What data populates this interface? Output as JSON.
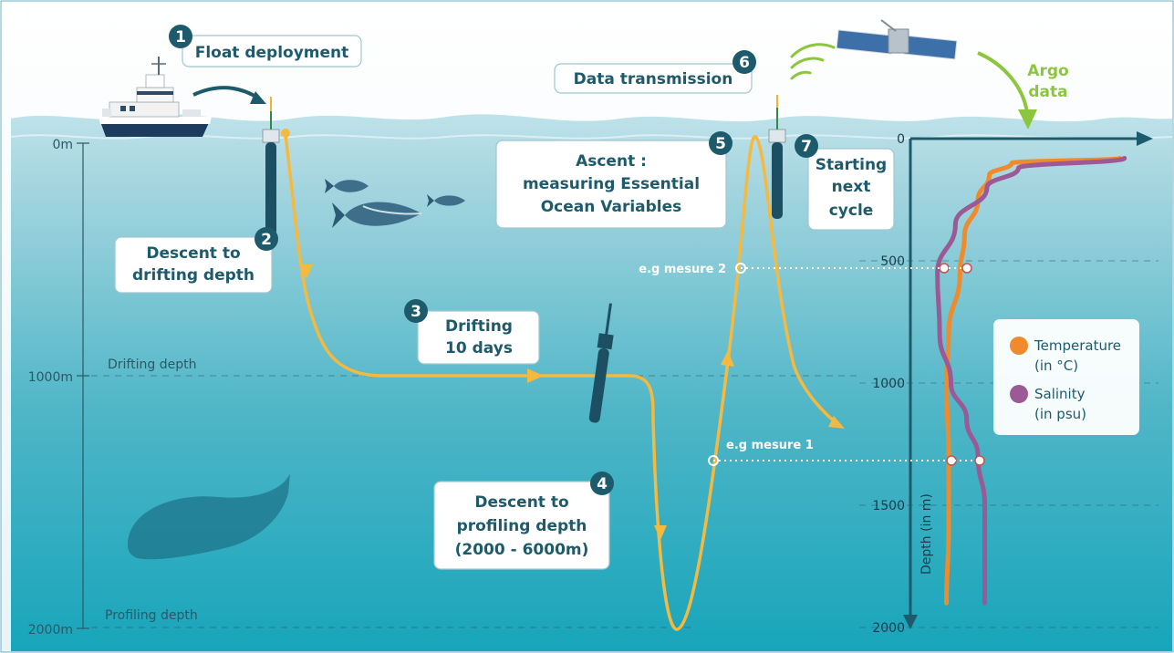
{
  "steps": [
    {
      "num": "1",
      "lines": [
        "Float deployment"
      ]
    },
    {
      "num": "2",
      "lines": [
        "Descent to",
        "drifting depth"
      ]
    },
    {
      "num": "3",
      "lines": [
        "Drifting",
        "10 days"
      ]
    },
    {
      "num": "4",
      "lines": [
        "Descent to",
        "profiling depth",
        "(2000 - 6000m)"
      ]
    },
    {
      "num": "5",
      "lines": [
        "Ascent :",
        "measuring Essential",
        "Ocean Variables"
      ]
    },
    {
      "num": "6",
      "lines": [
        "Data transmission"
      ]
    },
    {
      "num": "7",
      "lines": [
        "Starting",
        "next",
        "cycle"
      ]
    }
  ],
  "depth_scale": {
    "ticks": [
      "0m",
      "1000m",
      "2000m"
    ],
    "drifting_label": "Drifting depth",
    "profiling_label": "Profiling depth"
  },
  "argo": {
    "line1": "Argo",
    "line2": "data"
  },
  "measures": {
    "m2": "e.g mesure 2",
    "m1": "e.g mesure 1"
  },
  "chart_data": {
    "type": "line",
    "ylabel": "Depth (in m)",
    "y_ticks": [
      "0",
      "500",
      "1000",
      "1500",
      "2000"
    ],
    "ylim": [
      0,
      2000
    ],
    "y_inverted": true,
    "series": [
      {
        "name": "Temperature",
        "unit": "(in °C)",
        "color": "#f08a2a",
        "depth": [
          80,
          100,
          150,
          250,
          400,
          550,
          800,
          1000,
          1300,
          1600,
          1900
        ],
        "rel_value": [
          0.93,
          0.45,
          0.35,
          0.3,
          0.24,
          0.22,
          0.17,
          0.16,
          0.17,
          0.17,
          0.16
        ]
      },
      {
        "name": "Salinity",
        "unit": "(in psu)",
        "color": "#9b5a96",
        "depth": [
          80,
          120,
          200,
          350,
          550,
          800,
          1000,
          1150,
          1300,
          1500,
          1900
        ],
        "rel_value": [
          0.95,
          0.48,
          0.34,
          0.2,
          0.12,
          0.13,
          0.18,
          0.25,
          0.3,
          0.33,
          0.33
        ]
      }
    ]
  },
  "colors": {
    "ocean_top": "#5fb3c4",
    "ocean_bottom": "#1aa8bd",
    "path": "#f5b940",
    "badge": "#1d5a6c",
    "argo_green": "#8cc63f"
  }
}
